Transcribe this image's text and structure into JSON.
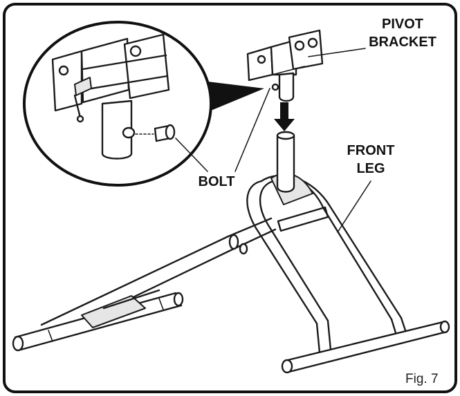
{
  "labels": {
    "pivot_line1": "PIVOT",
    "pivot_line2": "BRACKET",
    "front_line1": "FRONT",
    "front_line2": "LEG",
    "bolt": "BOLT",
    "figure": "Fig. 7"
  },
  "colors": {
    "line": "#1a1a1a",
    "frame": "#111111",
    "background": "#ffffff"
  }
}
